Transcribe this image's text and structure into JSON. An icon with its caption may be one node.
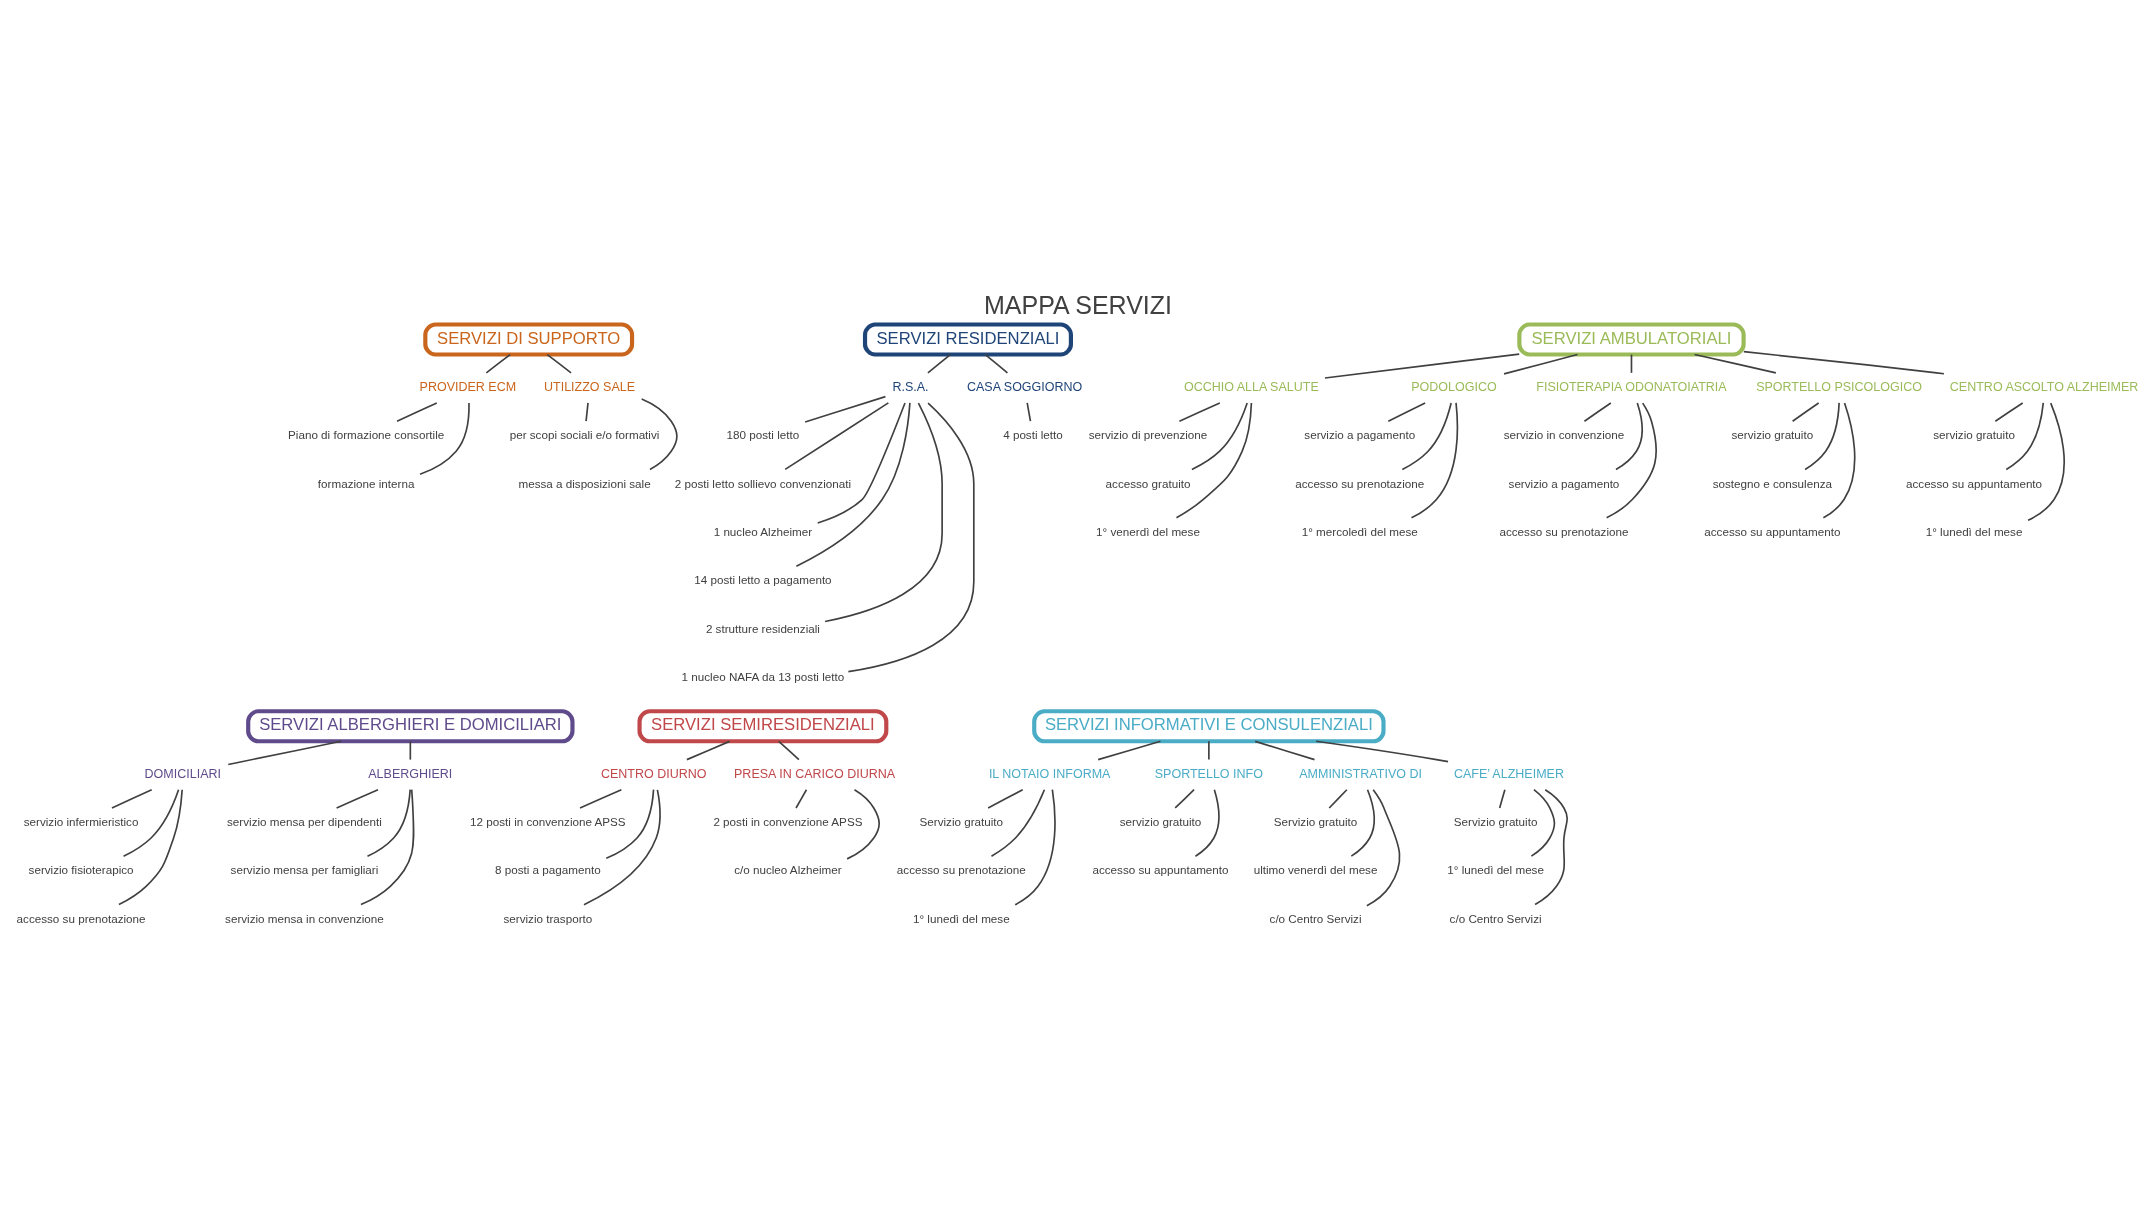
{
  "diagram": {
    "title": "MAPPA SERVIZI",
    "nodes": [
      {
        "text": [
          "SERVIZI DI SUPPORTO"
        ]
      },
      {
        "text": [
          "PROVIDER ECM"
        ]
      },
      {
        "text": [
          "Piano di formazione consortile"
        ]
      },
      {
        "text": [
          "formazione interna"
        ]
      },
      {
        "text": [
          "UTILIZZO SALE"
        ]
      },
      {
        "text": [
          "per scopi sociali e/o formativi"
        ]
      },
      {
        "text": [
          "messa a disposizioni sale"
        ]
      },
      {
        "text": [
          "SERVIZI RESIDENZIALI"
        ]
      },
      {
        "text": [
          "R.S.A."
        ]
      },
      {
        "text": [
          "180 posti letto"
        ]
      },
      {
        "text": [
          "2 posti letto sollievo convenzionati"
        ]
      },
      {
        "text": [
          "1 nucleo Alzheimer"
        ]
      },
      {
        "text": [
          "14 posti letto a pagamento"
        ]
      },
      {
        "text": [
          "2 strutture residenziali"
        ]
      },
      {
        "text": [
          "1 nucleo NAFA da 13 posti letto"
        ]
      },
      {
        "text": [
          "CASA SOGGIORNO"
        ]
      },
      {
        "text": [
          "4 posti letto"
        ]
      },
      {
        "text": [
          "SERVIZI AMBULATORIALI"
        ]
      },
      {
        "text": [
          "OCCHIO ALLA SALUTE"
        ]
      },
      {
        "text": [
          "servizio di prevenzione"
        ]
      },
      {
        "text": [
          "accesso gratuito"
        ]
      },
      {
        "text": [
          "1° venerdì del mese"
        ]
      },
      {
        "text": [
          "PODOLOGICO"
        ]
      },
      {
        "text": [
          "servizio a pagamento"
        ]
      },
      {
        "text": [
          "accesso su prenotazione"
        ]
      },
      {
        "text": [
          "1° mercoledì del mese"
        ]
      },
      {
        "text": [
          "FISIOTERAPIA ODONATOIATRIA"
        ]
      },
      {
        "text": [
          "servizio in convenzione"
        ]
      },
      {
        "text": [
          "servizio a pagamento"
        ]
      },
      {
        "text": [
          "accesso su prenotazione"
        ]
      },
      {
        "text": [
          "SPORTELLO PSICOLOGICO"
        ]
      },
      {
        "text": [
          "servizio gratuito"
        ]
      },
      {
        "text": [
          "sostegno e consulenza"
        ]
      },
      {
        "text": [
          "accesso su appuntamento"
        ]
      },
      {
        "text": [
          "CENTRO ASCOLTO ALZHEIMER"
        ]
      },
      {
        "text": [
          "servizio gratuito"
        ]
      },
      {
        "text": [
          "accesso su appuntamento"
        ]
      },
      {
        "text": [
          "1° lunedì del mese"
        ]
      },
      {
        "text": [
          "SERVIZI ALBERGHIERI E DOMICILIARI"
        ]
      },
      {
        "text": [
          "DOMICILIARI"
        ]
      },
      {
        "text": [
          "servizio infermieristico"
        ]
      },
      {
        "text": [
          "servizio fisioterapico"
        ]
      },
      {
        "text": [
          "accesso su prenotazione"
        ]
      },
      {
        "text": [
          "ALBERGHIERI"
        ]
      },
      {
        "text": [
          "servizio mensa per dipendenti"
        ]
      },
      {
        "text": [
          "servizio mensa per famigliari"
        ]
      },
      {
        "text": [
          "servizio mensa in convenzione"
        ]
      },
      {
        "text": [
          "SERVIZI SEMIRESIDENZIALI"
        ]
      },
      {
        "text": [
          "CENTRO DIURNO"
        ]
      },
      {
        "text": [
          "12 posti in convenzione APSS"
        ]
      },
      {
        "text": [
          "8 posti a pagamento"
        ]
      },
      {
        "text": [
          "servizio trasporto"
        ]
      },
      {
        "text": [
          "PRESA IN CARICO DIURNA"
        ]
      },
      {
        "text": [
          "2 posti in convenzione APSS"
        ]
      },
      {
        "text": [
          "c/o nucleo Alzheimer"
        ]
      },
      {
        "text": [
          "SERVIZI INFORMATIVI E CONSULENZIALI"
        ]
      },
      {
        "text": [
          "IL NOTAIO INFORMA"
        ]
      },
      {
        "text": [
          "Servizio gratuito"
        ]
      },
      {
        "text": [
          "accesso su prenotazione"
        ]
      },
      {
        "text": [
          "1° lunedì del mese"
        ]
      },
      {
        "text": [
          "SPORTELLO INFO"
        ]
      },
      {
        "text": [
          "servizio gratuito"
        ]
      },
      {
        "text": [
          "accesso su appuntamento"
        ]
      },
      {
        "text": [
          "AMMINISTRATIVO DI"
        ]
      },
      {
        "text": [
          "Servizio gratuito"
        ]
      },
      {
        "text": [
          "ultimo venerdì del mese"
        ]
      },
      {
        "text": [
          "c/o Centro Servizi"
        ]
      },
      {
        "text": [
          "CAFE’ ALZHEIMER"
        ]
      },
      {
        "text": [
          "Servizio gratuito"
        ]
      },
      {
        "text": [
          "1° lunedì del mese"
        ]
      },
      {
        "text": [
          "c/o Centro Servizi"
        ]
      }
    ],
    "edges": [
      {
        "from": 0,
        "to": 1,
        "arrow": "none"
      },
      {
        "from": 1,
        "to": 2,
        "arrow": "none"
      },
      {
        "from": 1,
        "to": 3,
        "arrow": "none"
      },
      {
        "from": 0,
        "to": 4,
        "arrow": "none"
      },
      {
        "from": 4,
        "to": 5,
        "arrow": "none"
      },
      {
        "from": 4,
        "to": 6,
        "arrow": "none"
      },
      {
        "from": 7,
        "to": 8,
        "arrow": "none"
      },
      {
        "from": 8,
        "to": 9,
        "arrow": "none"
      },
      {
        "from": 8,
        "to": 10,
        "arrow": "none"
      },
      {
        "from": 8,
        "to": 11,
        "arrow": "none"
      },
      {
        "from": 8,
        "to": 12,
        "arrow": "none"
      },
      {
        "from": 8,
        "to": 13,
        "arrow": "none"
      },
      {
        "from": 8,
        "to": 14,
        "arrow": "none"
      },
      {
        "from": 7,
        "to": 15,
        "arrow": "none"
      },
      {
        "from": 15,
        "to": 16,
        "arrow": "none"
      },
      {
        "from": 17,
        "to": 18,
        "arrow": "none"
      },
      {
        "from": 18,
        "to": 19,
        "arrow": "none"
      },
      {
        "from": 18,
        "to": 20,
        "arrow": "none"
      },
      {
        "from": 18,
        "to": 21,
        "arrow": "none"
      },
      {
        "from": 17,
        "to": 22,
        "arrow": "none"
      },
      {
        "from": 22,
        "to": 23,
        "arrow": "none"
      },
      {
        "from": 22,
        "to": 24,
        "arrow": "none"
      },
      {
        "from": 22,
        "to": 25,
        "arrow": "none"
      },
      {
        "from": 17,
        "to": 26,
        "arrow": "none"
      },
      {
        "from": 26,
        "to": 27,
        "arrow": "none"
      },
      {
        "from": 26,
        "to": 28,
        "arrow": "none"
      },
      {
        "from": 26,
        "to": 29,
        "arrow": "none"
      },
      {
        "from": 17,
        "to": 30,
        "arrow": "none"
      },
      {
        "from": 30,
        "to": 31,
        "arrow": "none"
      },
      {
        "from": 30,
        "to": 32,
        "arrow": "none"
      },
      {
        "from": 30,
        "to": 33,
        "arrow": "none"
      },
      {
        "from": 17,
        "to": 34,
        "arrow": "none"
      },
      {
        "from": 34,
        "to": 35,
        "arrow": "none"
      },
      {
        "from": 34,
        "to": 36,
        "arrow": "none"
      },
      {
        "from": 34,
        "to": 37,
        "arrow": "none"
      },
      {
        "from": 38,
        "to": 39,
        "arrow": "none"
      },
      {
        "from": 39,
        "to": 40,
        "arrow": "none"
      },
      {
        "from": 39,
        "to": 41,
        "arrow": "none"
      },
      {
        "from": 39,
        "to": 42,
        "arrow": "none"
      },
      {
        "from": 38,
        "to": 43,
        "arrow": "none"
      },
      {
        "from": 43,
        "to": 44,
        "arrow": "none"
      },
      {
        "from": 43,
        "to": 45,
        "arrow": "none"
      },
      {
        "from": 43,
        "to": 46,
        "arrow": "none"
      },
      {
        "from": 47,
        "to": 48,
        "arrow": "none"
      },
      {
        "from": 48,
        "to": 49,
        "arrow": "none"
      },
      {
        "from": 48,
        "to": 50,
        "arrow": "none"
      },
      {
        "from": 48,
        "to": 51,
        "arrow": "none"
      },
      {
        "from": 47,
        "to": 52,
        "arrow": "none"
      },
      {
        "from": 52,
        "to": 53,
        "arrow": "none"
      },
      {
        "from": 52,
        "to": 54,
        "arrow": "none"
      },
      {
        "from": 55,
        "to": 56,
        "arrow": "none"
      },
      {
        "from": 56,
        "to": 57,
        "arrow": "none"
      },
      {
        "from": 56,
        "to": 58,
        "arrow": "none"
      },
      {
        "from": 56,
        "to": 59,
        "arrow": "none"
      },
      {
        "from": 55,
        "to": 60,
        "arrow": "none"
      },
      {
        "from": 60,
        "to": 61,
        "arrow": "none"
      },
      {
        "from": 60,
        "to": 62,
        "arrow": "none"
      },
      {
        "from": 55,
        "to": 63,
        "arrow": "none"
      },
      {
        "from": 63,
        "to": 64,
        "arrow": "none"
      },
      {
        "from": 63,
        "to": 65,
        "arrow": "none"
      },
      {
        "from": 63,
        "to": 66,
        "arrow": "none"
      },
      {
        "from": 55,
        "to": 67,
        "arrow": "none"
      },
      {
        "from": 67,
        "to": 68,
        "arrow": "none"
      },
      {
        "from": 67,
        "to": 69,
        "arrow": "none"
      },
      {
        "from": 67,
        "to": 70,
        "arrow": "none"
      }
    ]
  }
}
